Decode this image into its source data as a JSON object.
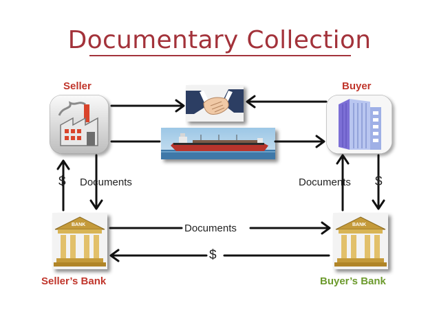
{
  "title": "Documentary Collection",
  "labels": {
    "seller": "Seller",
    "buyer": "Buyer",
    "seller_bank": "Seller’s Bank",
    "buyer_bank": "Buyer’s Bank"
  },
  "flows": {
    "seller_documents": "Documents",
    "seller_dollar": "$",
    "buyer_documents": "Documents",
    "buyer_dollar": "$",
    "bank_documents": "Documents",
    "bank_dollar": "$",
    "bank_sign_left": "BANK",
    "bank_sign_right": "BANK"
  },
  "colors": {
    "title": "#a3323a",
    "party_label": "#c0362c",
    "bank_label": "#6c9a2d"
  },
  "icons": [
    "factory-icon",
    "handshake-icon",
    "ship-icon",
    "office-building-icon",
    "bank-icon"
  ]
}
